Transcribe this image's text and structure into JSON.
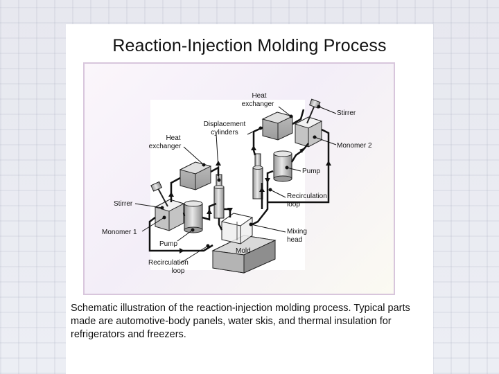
{
  "slide": {
    "title": "Reaction-Injection Molding Process",
    "caption": "Schematic illustration of the reaction-injection molding process.  Typical parts made are automotive-body panels, water skis, and thermal insulation for refrigerators and freezers."
  },
  "diagram": {
    "labels": {
      "heat_exchanger_top": [
        "Heat",
        "exchanger"
      ],
      "stirrer_right": "Stirrer",
      "displacement_cylinders": [
        "Displacement",
        "cylinders"
      ],
      "monomer_2": "Monomer 2",
      "heat_exchanger_left": [
        "Heat",
        "exchanger"
      ],
      "pump_right": "Pump",
      "stirrer_left": "Stirrer",
      "recirculation_loop_right": [
        "Recirculation",
        "loop"
      ],
      "monomer_1": "Monomer 1",
      "mixing_head": [
        "Mixing",
        "head"
      ],
      "mold": "Mold",
      "pump_left": "Pump",
      "recirculation_loop_left": [
        "Recirculation",
        "loop"
      ]
    }
  }
}
